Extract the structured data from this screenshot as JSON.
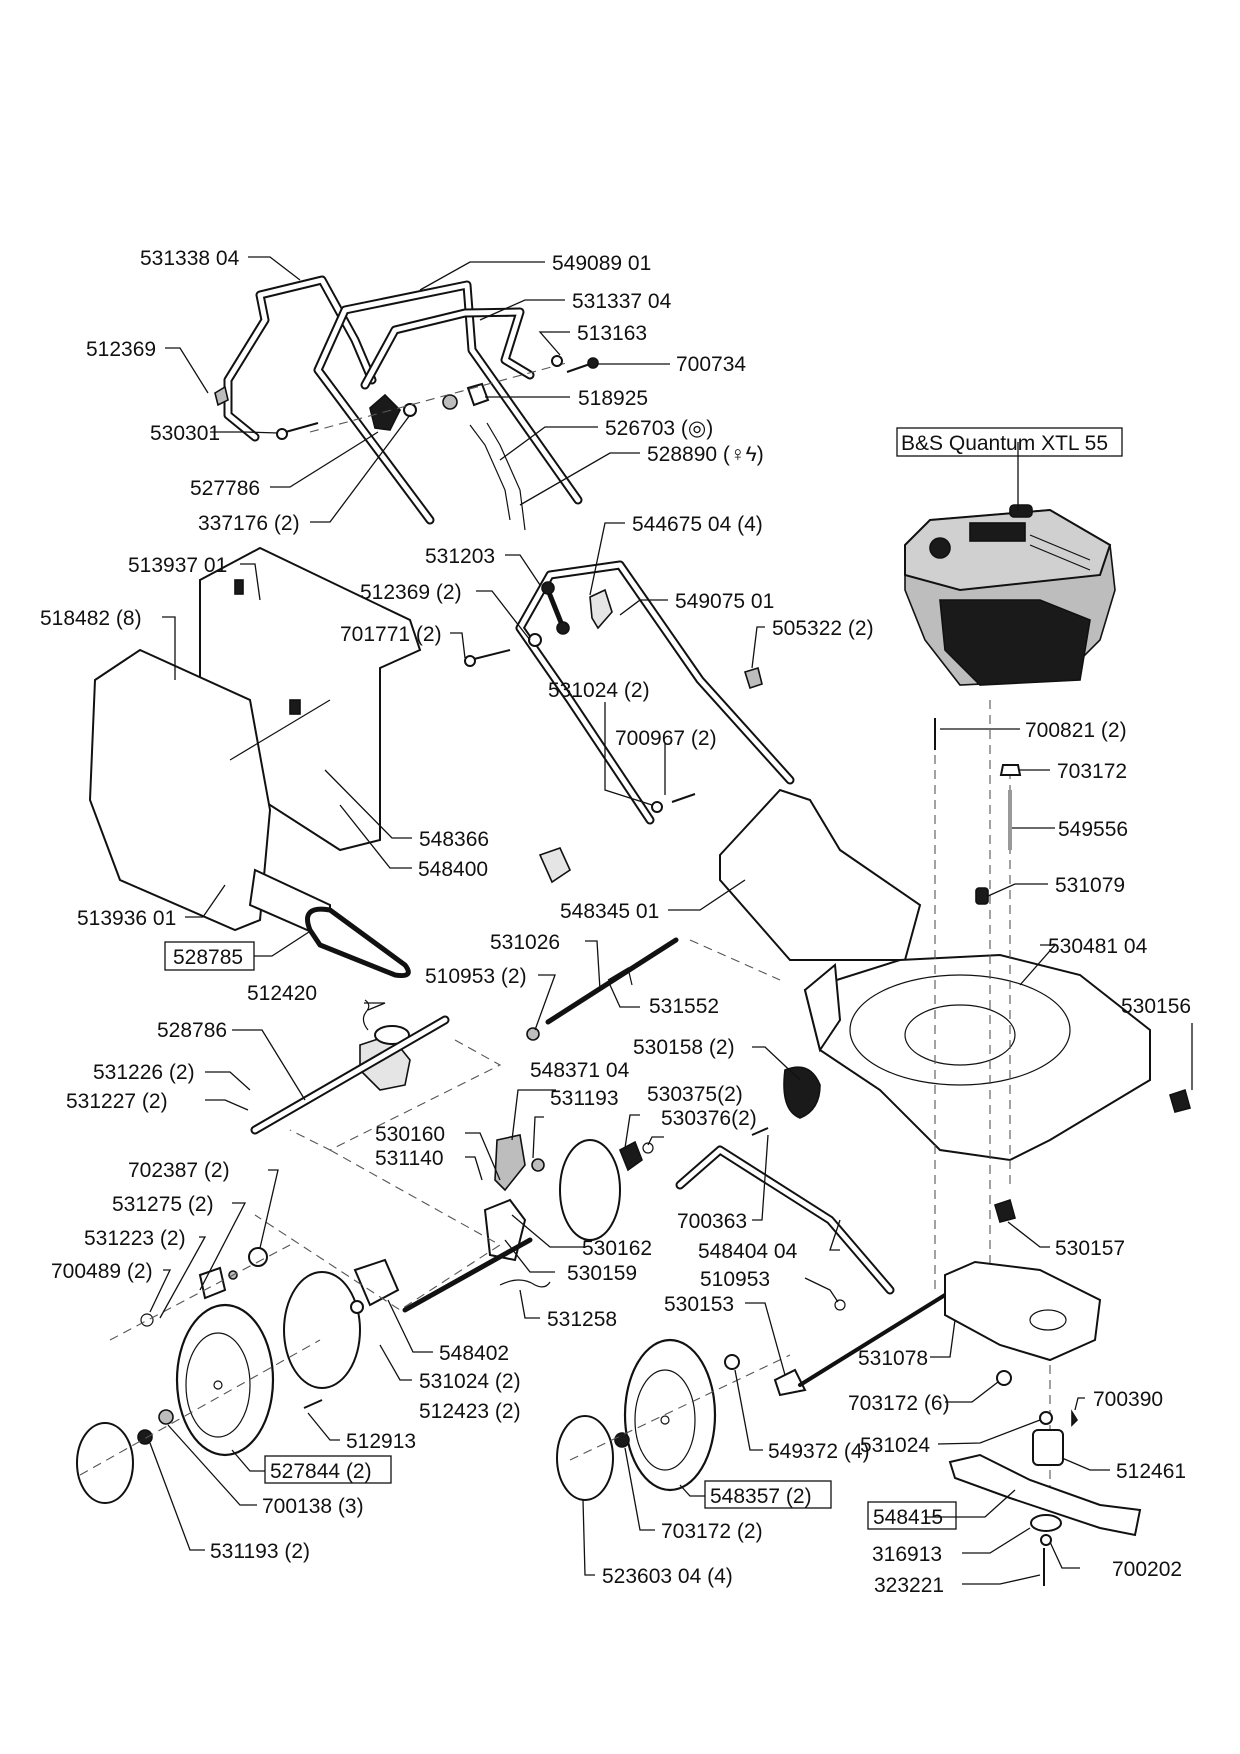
{
  "diagram": {
    "title": "Lawn mower exploded parts diagram",
    "engine_label": "B&S Quantum XTL 55",
    "labels": [
      {
        "id": "l1",
        "text": "531338 04"
      },
      {
        "id": "l2",
        "text": "549089 01"
      },
      {
        "id": "l3",
        "text": "531337 04"
      },
      {
        "id": "l4",
        "text": "513163"
      },
      {
        "id": "l5",
        "text": "700734"
      },
      {
        "id": "l6",
        "text": "512369"
      },
      {
        "id": "l7",
        "text": "518925"
      },
      {
        "id": "l8",
        "text": "530301"
      },
      {
        "id": "l9",
        "text": "526703 (◎)"
      },
      {
        "id": "l10",
        "text": "528890 (♀ϟ)"
      },
      {
        "id": "l11",
        "text": "527786"
      },
      {
        "id": "l12",
        "text": "337176 (2)"
      },
      {
        "id": "l13",
        "text": "531203"
      },
      {
        "id": "l14",
        "text": "544675 04 (4)"
      },
      {
        "id": "l15",
        "text": "513937 01"
      },
      {
        "id": "l16",
        "text": "512369 (2)"
      },
      {
        "id": "l17",
        "text": "549075 01"
      },
      {
        "id": "l18",
        "text": "518482 (8)"
      },
      {
        "id": "l19",
        "text": "701771 (2)"
      },
      {
        "id": "l20",
        "text": "505322 (2)"
      },
      {
        "id": "l21",
        "text": "531024 (2)"
      },
      {
        "id": "l22",
        "text": "700967 (2)"
      },
      {
        "id": "l23",
        "text": "700821 (2)"
      },
      {
        "id": "l24",
        "text": "703172"
      },
      {
        "id": "l25",
        "text": "548366"
      },
      {
        "id": "l26",
        "text": "549556"
      },
      {
        "id": "l27",
        "text": "548400"
      },
      {
        "id": "l28",
        "text": "531079"
      },
      {
        "id": "l29",
        "text": "513936 01"
      },
      {
        "id": "l30",
        "text": "548345 01"
      },
      {
        "id": "l31",
        "text": "531026"
      },
      {
        "id": "l32",
        "text": "530481 04"
      },
      {
        "id": "l33",
        "text": "528785"
      },
      {
        "id": "l34",
        "text": "510953 (2)"
      },
      {
        "id": "l35",
        "text": "531552"
      },
      {
        "id": "l36",
        "text": "512420"
      },
      {
        "id": "l37",
        "text": "530156"
      },
      {
        "id": "l38",
        "text": "530158 (2)"
      },
      {
        "id": "l39",
        "text": "528786"
      },
      {
        "id": "l40",
        "text": "548371 04"
      },
      {
        "id": "l41",
        "text": "531226 (2)"
      },
      {
        "id": "l42",
        "text": "531193"
      },
      {
        "id": "l43",
        "text": "530375(2)"
      },
      {
        "id": "l44",
        "text": "531227 (2)"
      },
      {
        "id": "l45",
        "text": "530376(2)"
      },
      {
        "id": "l46",
        "text": "530160"
      },
      {
        "id": "l47",
        "text": "531140"
      },
      {
        "id": "l48",
        "text": "702387 (2)"
      },
      {
        "id": "l49",
        "text": "531275 (2)"
      },
      {
        "id": "l50",
        "text": "700363"
      },
      {
        "id": "l51",
        "text": "531223 (2)"
      },
      {
        "id": "l52",
        "text": "530162"
      },
      {
        "id": "l53",
        "text": "548404 04"
      },
      {
        "id": "l54",
        "text": "530157"
      },
      {
        "id": "l55",
        "text": "700489 (2)"
      },
      {
        "id": "l56",
        "text": "530159"
      },
      {
        "id": "l57",
        "text": "510953"
      },
      {
        "id": "l58",
        "text": "531258"
      },
      {
        "id": "l59",
        "text": "530153"
      },
      {
        "id": "l60",
        "text": "531078"
      },
      {
        "id": "l61",
        "text": "548402"
      },
      {
        "id": "l62",
        "text": "531024 (2)"
      },
      {
        "id": "l63",
        "text": "512423 (2)"
      },
      {
        "id": "l64",
        "text": "703172 (6)"
      },
      {
        "id": "l65",
        "text": "700390"
      },
      {
        "id": "l66",
        "text": "512913"
      },
      {
        "id": "l67",
        "text": "549372 (4)"
      },
      {
        "id": "l68",
        "text": "531024"
      },
      {
        "id": "l69",
        "text": "512461"
      },
      {
        "id": "l70",
        "text": "527844 (2)"
      },
      {
        "id": "l71",
        "text": "548357 (2)"
      },
      {
        "id": "l72",
        "text": "548415"
      },
      {
        "id": "l73",
        "text": "700138 (3)"
      },
      {
        "id": "l74",
        "text": "703172 (2)"
      },
      {
        "id": "l75",
        "text": "316913"
      },
      {
        "id": "l76",
        "text": "700202"
      },
      {
        "id": "l77",
        "text": "531193 (2)"
      },
      {
        "id": "l78",
        "text": "323221"
      },
      {
        "id": "l79",
        "text": "523603 04 (4)"
      }
    ]
  }
}
